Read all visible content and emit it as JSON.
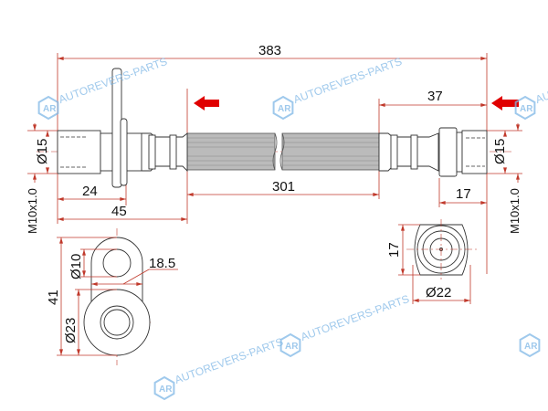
{
  "dimensions": {
    "overall_length": "383",
    "hose_length": "301",
    "left_flange_offset": "24",
    "left_fitting_length": "45",
    "right_fitting_length": "37",
    "right_nut_length": "17",
    "left_diameter": "Ø15",
    "right_diameter": "Ø15",
    "left_thread": "M10x1.0",
    "right_thread": "M10x1.0",
    "bracket_height": "41",
    "bracket_hole": "Ø10",
    "bracket_width": "18.5",
    "bracket_ring": "Ø23",
    "end_height": "17",
    "end_diameter": "Ø22"
  },
  "watermark": {
    "text": "AUTOREVERS-PARTS",
    "logo": "AR"
  },
  "colors": {
    "dimension": "#c0392b",
    "arrow": "#e00000",
    "watermark": "#7fb7e6"
  }
}
